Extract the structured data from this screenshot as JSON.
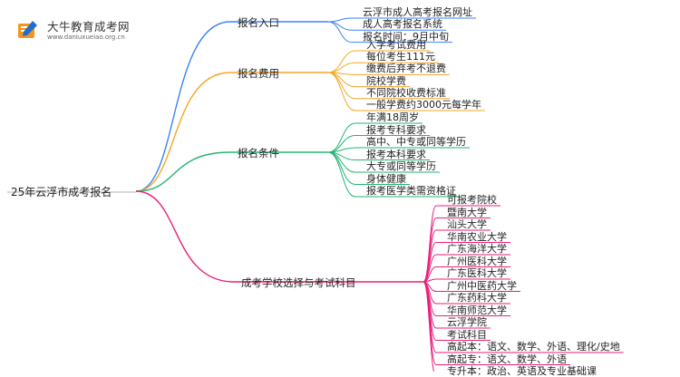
{
  "logo": {
    "title": "大牛教育成考网",
    "url": "www.daniuxueiao.org.cn"
  },
  "colors": {
    "branch1": "#3b82f6",
    "branch2": "#f5a623",
    "branch3": "#22b573",
    "branch4": "#ec1e79",
    "logo_orange": "#f7931e",
    "logo_blue": "#1f6fd1"
  },
  "mindmap": {
    "root": "25年云浮市成考报名",
    "branches": [
      {
        "label": "报名入口",
        "leaves": [
          "云浮市成人高考报名网址",
          "成人高考报名系统",
          "报名时间：9月中旬"
        ]
      },
      {
        "label": "报名费用",
        "leaves": [
          "入学考试费用",
          "每位考生111元",
          "缴费后弃考不退费",
          "院校学费",
          "不同院校收费标准",
          "一般学费约3000元每学年"
        ]
      },
      {
        "label": "报名条件",
        "leaves": [
          "年满18周岁",
          "报考专科要求",
          "高中、中专或同等学历",
          "报考本科要求",
          "大专或同等学历",
          "身体健康",
          "报考医学类需资格证"
        ]
      },
      {
        "label": "成考学校选择与考试科目",
        "leaves": [
          "可报考院校",
          "暨南大学",
          "汕头大学",
          "华南农业大学",
          "广东海洋大学",
          "广州医科大学",
          "广东医科大学",
          "广州中医药大学",
          "广东药科大学",
          "华南师范大学",
          "云浮学院",
          "考试科目",
          "高起本：语文、数学、外语、理化/史地",
          "高起专：语文、数学、外语",
          "专升本：政治、英语及专业基础课"
        ]
      }
    ]
  }
}
